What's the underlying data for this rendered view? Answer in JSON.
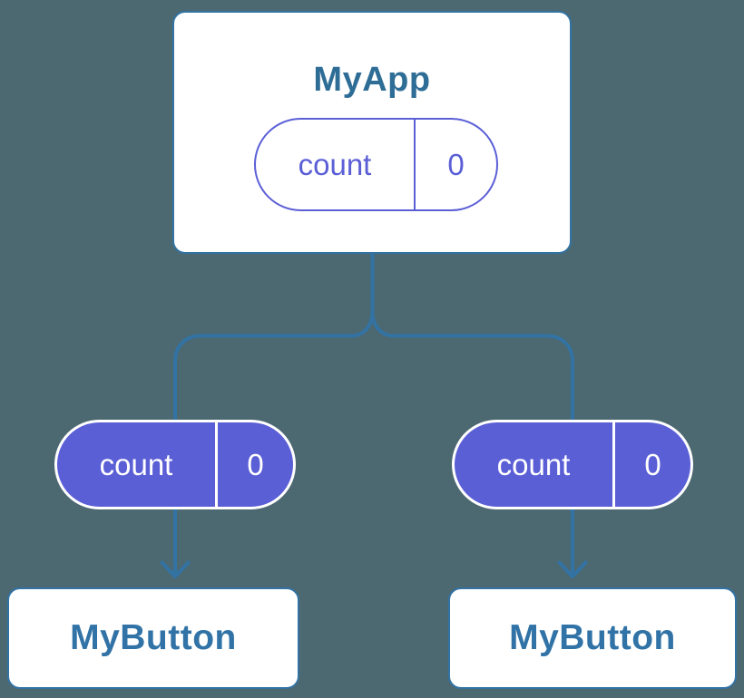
{
  "colors": {
    "background": "#4C6871",
    "connector_line": "#3273A4",
    "card_border": "#3273A4",
    "card_background": "#FFFFFF",
    "root_title_text": "#2E6D96",
    "leaf_title_text": "#3173A6",
    "state_purple": "#5B5FD6",
    "state_text_on_purple": "#FFFFFF"
  },
  "diagram": {
    "root": {
      "title": "MyApp",
      "state": {
        "name": "count",
        "value": "0"
      }
    },
    "branches": [
      {
        "state": {
          "name": "count",
          "value": "0"
        },
        "child": {
          "title": "MyButton"
        }
      },
      {
        "state": {
          "name": "count",
          "value": "0"
        },
        "child": {
          "title": "MyButton"
        }
      }
    ]
  }
}
